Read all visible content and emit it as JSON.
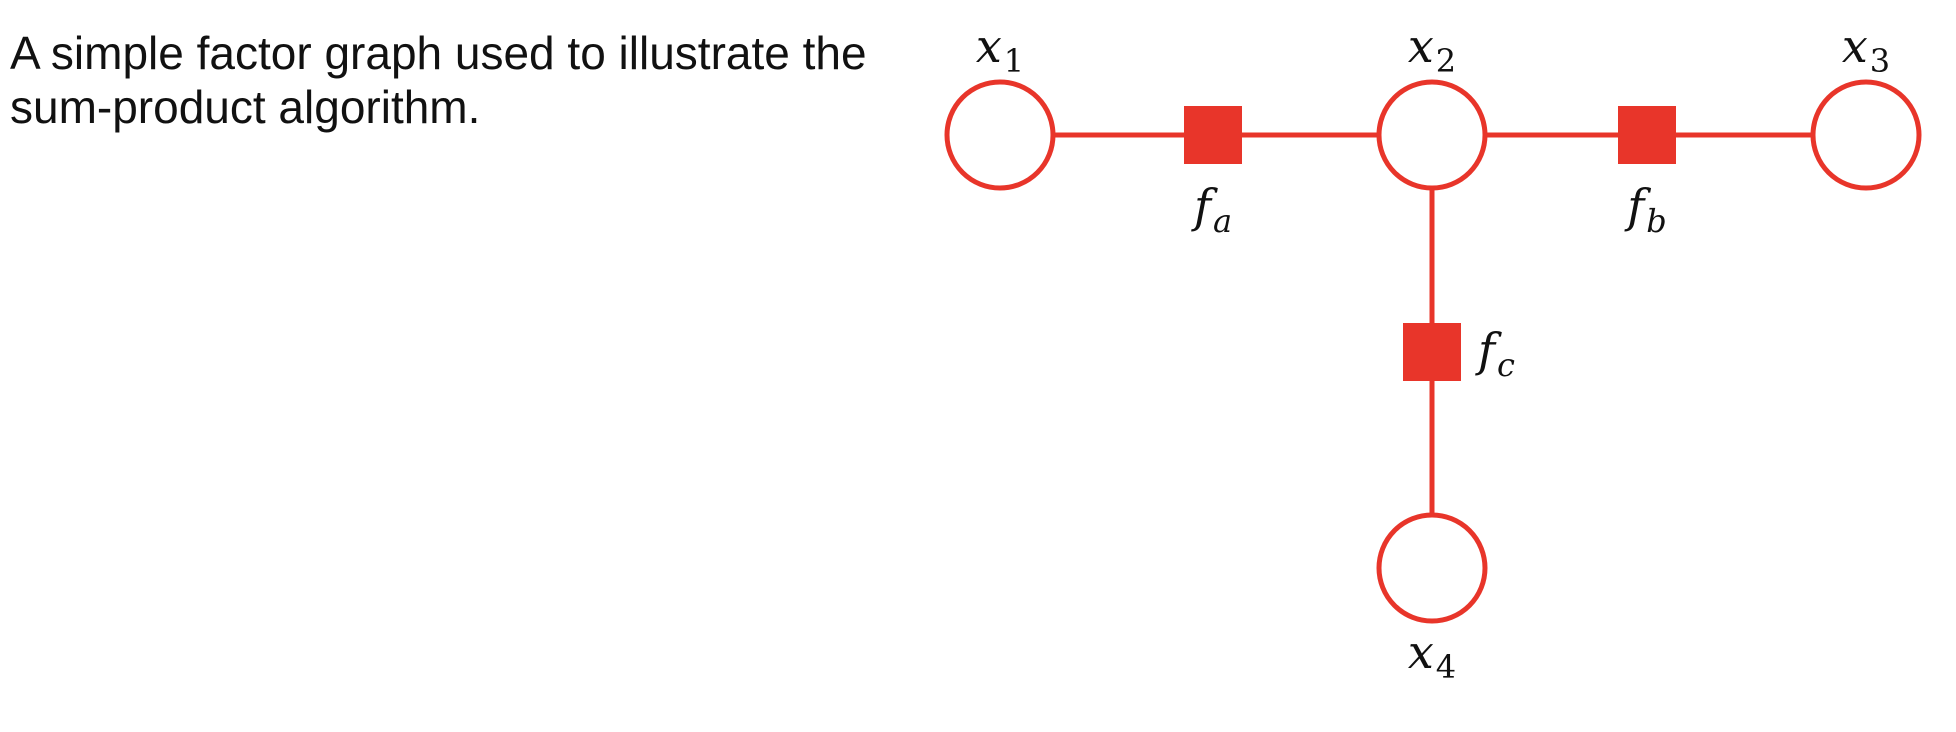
{
  "caption": {
    "line1": "A simple factor graph used to illustrate the",
    "line2": "sum-product algorithm."
  },
  "diagram": {
    "accent_color": "#e8352a",
    "variables": [
      {
        "id": "x1",
        "base": "x",
        "sub": "1"
      },
      {
        "id": "x2",
        "base": "x",
        "sub": "2"
      },
      {
        "id": "x3",
        "base": "x",
        "sub": "3"
      },
      {
        "id": "x4",
        "base": "x",
        "sub": "4"
      }
    ],
    "factors": [
      {
        "id": "fa",
        "base": "f",
        "sub": "a"
      },
      {
        "id": "fb",
        "base": "f",
        "sub": "b"
      },
      {
        "id": "fc",
        "base": "f",
        "sub": "c"
      }
    ],
    "edges": [
      [
        "x1",
        "fa"
      ],
      [
        "fa",
        "x2"
      ],
      [
        "x2",
        "fb"
      ],
      [
        "fb",
        "x3"
      ],
      [
        "x2",
        "fc"
      ],
      [
        "fc",
        "x4"
      ]
    ]
  }
}
